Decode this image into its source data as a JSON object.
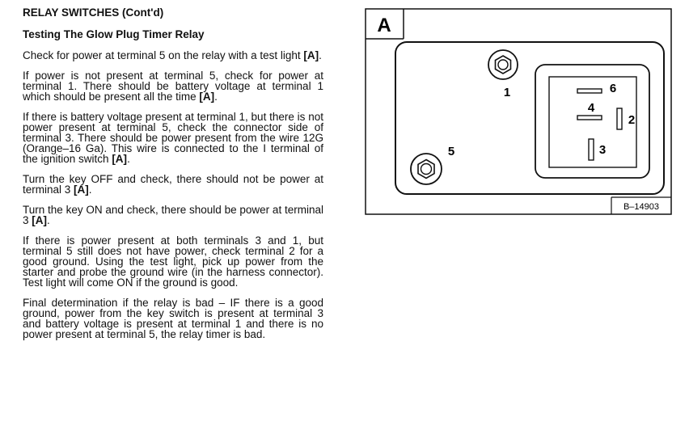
{
  "section_header": "RELAY SWITCHES (Cont'd)",
  "subheading": "Testing The Glow Plug Timer Relay",
  "paragraphs": [
    {
      "text": "Check for power at terminal 5 on the relay with a test light ",
      "ref": "[A]",
      "tail": "."
    },
    {
      "text": "If power is not present at terminal 5, check for power at terminal 1. There should be battery voltage at terminal 1 which should be present all the time ",
      "ref": "[A]",
      "tail": "."
    },
    {
      "text": "If there is battery voltage present at terminal 1, but there is not power present at terminal 5, check the connector side of terminal 3. There should be power present from the wire 12G (Orange–16 Ga). This wire is connected to the I terminal of the ignition switch ",
      "ref": "[A]",
      "tail": "."
    },
    {
      "text": "Turn the key OFF and check, there should not be power at terminal 3 ",
      "ref": "[A]",
      "tail": "."
    },
    {
      "text": "Turn the key ON and check, there should be power at terminal 3 ",
      "ref": "[A]",
      "tail": "."
    },
    {
      "text": "If there is power present at both terminals 3 and 1, but terminal 5 still does not have power, check terminal 2 for a good ground. Using the test light, pick up power from the starter and probe the ground wire (in the harness connector). Test light will come ON if the ground is good.",
      "ref": "",
      "tail": ""
    },
    {
      "text": "Final determination if the relay is bad – IF there is a good ground, power from the key switch is present at terminal 3 and battery voltage is present at terminal 1 and there is no power present at terminal 5, the relay timer is bad.",
      "ref": "",
      "tail": ""
    }
  ],
  "figure": {
    "letter": "A",
    "code": "B–14903",
    "terminals": {
      "t1": "1",
      "t2": "2",
      "t3": "3",
      "t4": "4",
      "t5": "5",
      "t6": "6"
    }
  }
}
